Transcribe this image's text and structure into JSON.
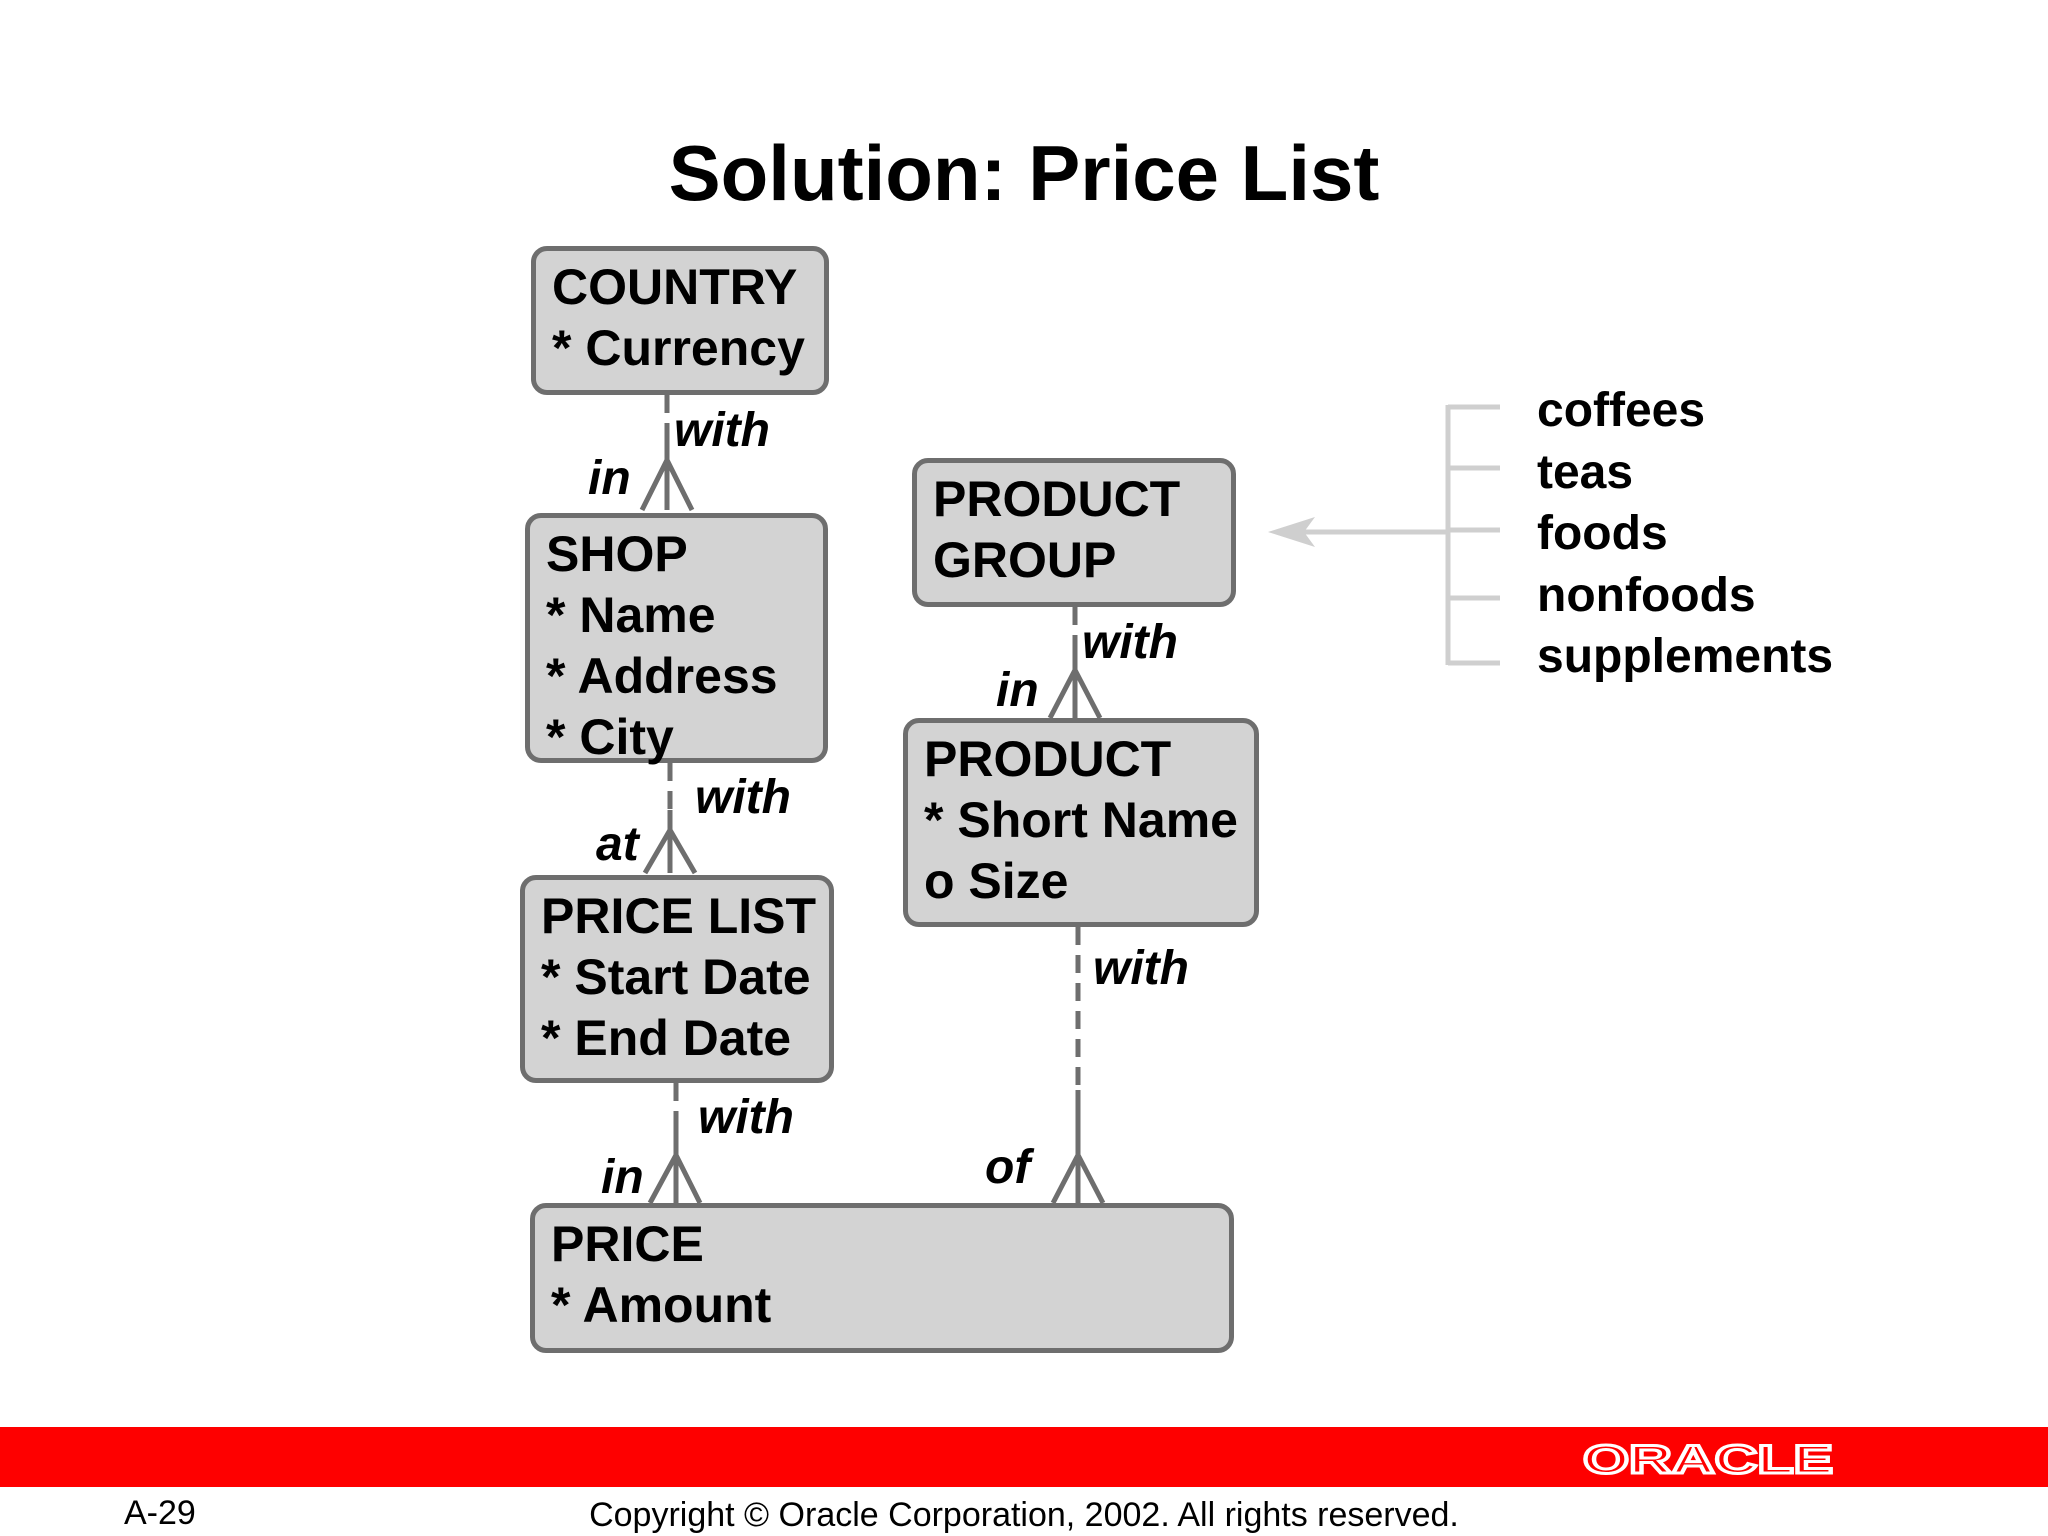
{
  "slide": {
    "title": "Solution: Price List",
    "page_number": "A-29",
    "copyright": "Copyright © Oracle Corporation, 2002. All rights reserved.",
    "logo_text": "ORACLE",
    "accent_color": "#fe0000"
  },
  "entities": {
    "country": {
      "name": "COUNTRY",
      "attributes": [
        "* Currency"
      ]
    },
    "shop": {
      "name": "SHOP",
      "attributes": [
        "* Name",
        "* Address",
        "* City"
      ]
    },
    "price_list": {
      "name": "PRICE LIST",
      "attributes": [
        "* Start Date",
        "* End Date"
      ]
    },
    "product_group": {
      "name_lines": [
        "PRODUCT",
        "GROUP"
      ]
    },
    "product": {
      "name": "PRODUCT",
      "attributes": [
        "* Short Name",
        "o Size"
      ]
    },
    "price": {
      "name": "PRICE",
      "attributes": [
        "* Amount"
      ]
    }
  },
  "relationships": {
    "country_shop": {
      "upper": "with",
      "lower": "in"
    },
    "shop_price_list": {
      "upper": "with",
      "lower": "at"
    },
    "price_list_price": {
      "upper": "with",
      "lower": "in"
    },
    "product_group_product": {
      "upper": "with",
      "lower": "in"
    },
    "product_price": {
      "upper": "with",
      "lower": "of"
    }
  },
  "product_group_values": [
    "coffees",
    "teas",
    "foods",
    "nonfoods",
    "supplements"
  ]
}
